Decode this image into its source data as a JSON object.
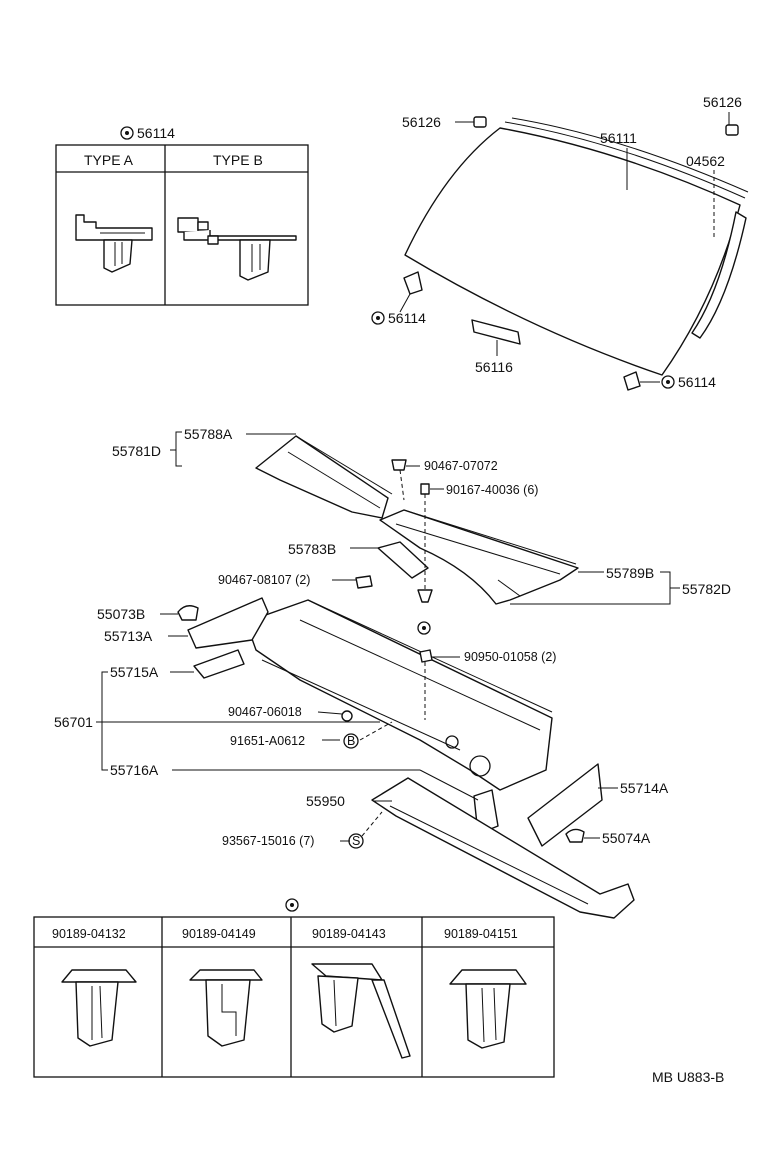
{
  "type_box": {
    "ref": "56114",
    "type_a": "TYPE A",
    "type_b": "TYPE B"
  },
  "windshield_labels": {
    "clip_left": "56126",
    "glass": "56111",
    "clip_right": "56126",
    "molding": "04562",
    "retainer_left": "56114",
    "spacer": "56116",
    "retainer_right": "56114"
  },
  "cowl_labels": {
    "l55788A": "55788A",
    "l55781D": "55781D",
    "b90467_07072": "90467-07072",
    "b90167_40036": "90167-40036 (6)",
    "l55783B": "55783B",
    "b90467_08107": "90467-08107 (2)",
    "l55789B": "55789B",
    "l55782D": "55782D",
    "l55073B": "55073B",
    "l55713A": "55713A",
    "b90950_01058": "90950-01058 (2)",
    "l55715A": "55715A",
    "l56701": "56701",
    "b90467_06018": "90467-06018",
    "b91651_A0612": "91651-A0612",
    "sym_B": "B",
    "l55716A": "55716A",
    "l55714A": "55714A",
    "l55950": "55950",
    "b93567_15016": "93567-15016 (7)",
    "sym_S": "S",
    "l55074A": "55074A"
  },
  "clip_table": {
    "headers": [
      "90189-04132",
      "90189-04149",
      "90189-04143",
      "90189-04151"
    ]
  },
  "footer": {
    "code": "MB U883-B"
  }
}
